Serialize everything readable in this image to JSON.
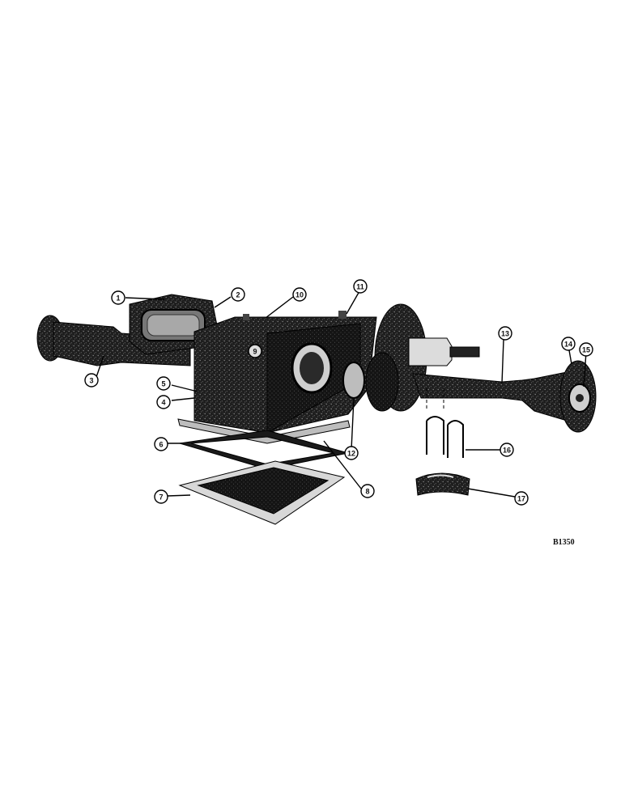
{
  "figure": {
    "code": "B1350",
    "callouts": [
      {
        "id": "c1",
        "label": "1"
      },
      {
        "id": "c2",
        "label": "2"
      },
      {
        "id": "c3",
        "label": "3"
      },
      {
        "id": "c4",
        "label": "4"
      },
      {
        "id": "c5",
        "label": "5"
      },
      {
        "id": "c6",
        "label": "6"
      },
      {
        "id": "c7",
        "label": "7"
      },
      {
        "id": "c8",
        "label": "8"
      },
      {
        "id": "c9",
        "label": "9"
      },
      {
        "id": "c10",
        "label": "10"
      },
      {
        "id": "c11",
        "label": "11"
      },
      {
        "id": "c12",
        "label": "12"
      },
      {
        "id": "c13",
        "label": "13"
      },
      {
        "id": "c14",
        "label": "14"
      },
      {
        "id": "c15",
        "label": "15"
      },
      {
        "id": "c16",
        "label": "16"
      },
      {
        "id": "c17",
        "label": "17"
      }
    ]
  }
}
